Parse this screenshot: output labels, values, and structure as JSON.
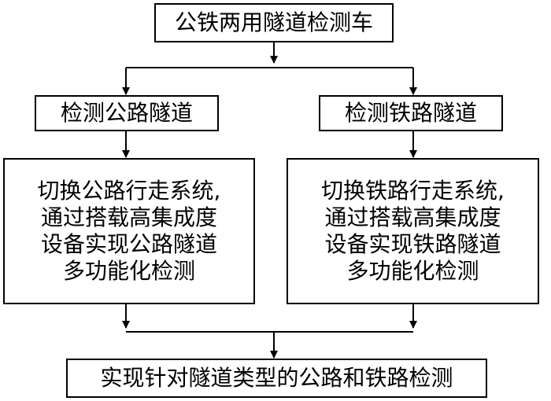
{
  "diagram": {
    "top": "公铁两用隧道检测车",
    "highway_label": "检测公路隧道",
    "railway_label": "检测铁路隧道",
    "highway_detail": [
      "切换公路行走系统,",
      "通过搭载高集成度",
      "设备实现公路隧道",
      "多功能化检测"
    ],
    "railway_detail": [
      "切换铁路行走系统,",
      "通过搭载高集成度",
      "设备实现铁路隧道",
      "多功能化检测"
    ],
    "bottom": "实现针对隧道类型的公路和铁路检测"
  }
}
